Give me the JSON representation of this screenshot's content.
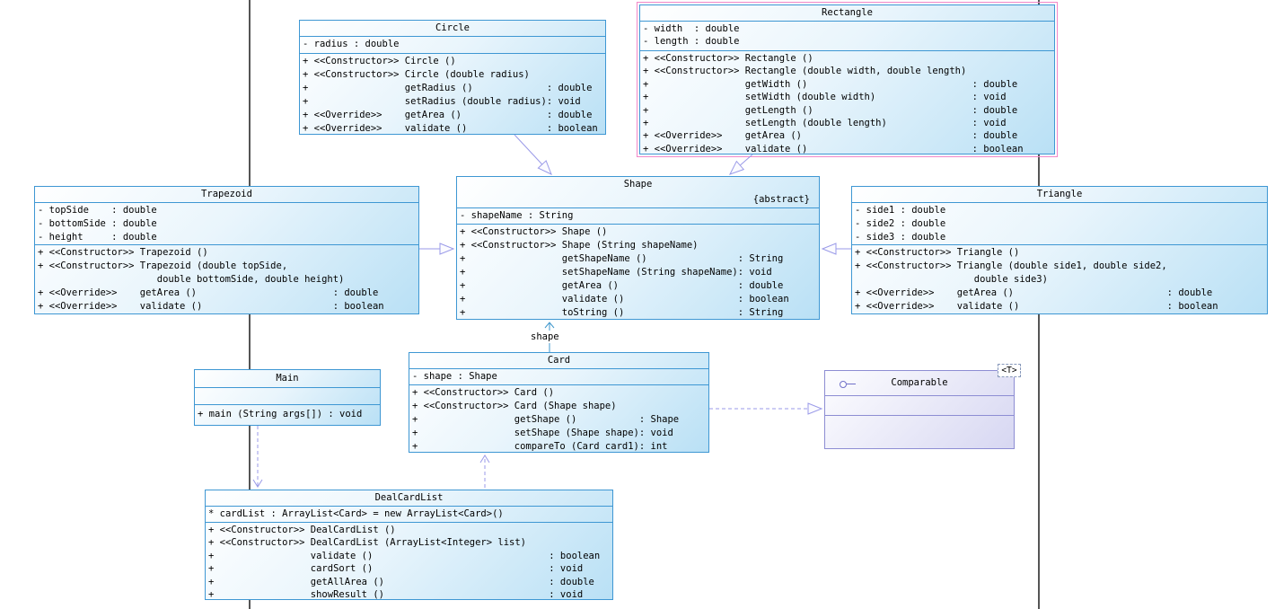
{
  "classes": {
    "circle": {
      "title": "Circle",
      "attributes": [
        "- radius : double"
      ],
      "methods": [
        "+ <<Constructor>> Circle ()",
        "+ <<Constructor>> Circle (double radius)",
        "+                 getRadius ()             : double",
        "+                 setRadius (double radius): void",
        "+ <<Override>>    getArea ()               : double",
        "+ <<Override>>    validate ()              : boolean"
      ]
    },
    "rectangle": {
      "title": "Rectangle",
      "attributes": [
        "- width  : double",
        "- length : double"
      ],
      "methods": [
        "+ <<Constructor>> Rectangle ()",
        "+ <<Constructor>> Rectangle (double width, double length)",
        "+                 getWidth ()                             : double",
        "+                 setWidth (double width)                 : void",
        "+                 getLength ()                            : double",
        "+                 setLength (double length)               : void",
        "+ <<Override>>    getArea ()                              : double",
        "+ <<Override>>    validate ()                             : boolean"
      ]
    },
    "trapezoid": {
      "title": "Trapezoid",
      "attributes": [
        "- topSide    : double",
        "- bottomSide : double",
        "- height     : double"
      ],
      "methods": [
        "+ <<Constructor>> Trapezoid ()",
        "+ <<Constructor>> Trapezoid (double topSide,",
        "                     double bottomSide, double height)",
        "+ <<Override>>    getArea ()                        : double",
        "+ <<Override>>    validate ()                       : boolean"
      ]
    },
    "shape": {
      "title": "Shape",
      "stereotype": "{abstract}",
      "attributes": [
        "- shapeName : String"
      ],
      "methods": [
        "+ <<Constructor>> Shape ()",
        "+ <<Constructor>> Shape (String shapeName)",
        "+                 getShapeName ()                : String",
        "+                 setShapeName (String shapeName): void",
        "+                 getArea ()                     : double",
        "+                 validate ()                    : boolean",
        "+                 toString ()                    : String"
      ]
    },
    "triangle": {
      "title": "Triangle",
      "attributes": [
        "- side1 : double",
        "- side2 : double",
        "- side3 : double"
      ],
      "methods": [
        "+ <<Constructor>> Triangle ()",
        "+ <<Constructor>> Triangle (double side1, double side2,",
        "                     double side3)",
        "+ <<Override>>    getArea ()                           : double",
        "+ <<Override>>    validate ()                          : boolean"
      ]
    },
    "main": {
      "title": "Main",
      "attributes": [],
      "methods": [
        "+ main (String args[]) : void"
      ]
    },
    "card": {
      "title": "Card",
      "attributes": [
        "- shape : Shape"
      ],
      "methods": [
        "+ <<Constructor>> Card ()",
        "+ <<Constructor>> Card (Shape shape)",
        "+                 getShape ()           : Shape",
        "+                 setShape (Shape shape): void",
        "+                 compareTo (Card card1): int"
      ]
    },
    "comparable": {
      "title": "Comparable",
      "generic": "<T>",
      "attributes": [],
      "methods": []
    },
    "dealcardlist": {
      "title": "DealCardList",
      "attributes": [
        "* cardList : ArrayList<Card> = new ArrayList<Card>()"
      ],
      "methods": [
        "+ <<Constructor>> DealCardList ()",
        "+ <<Constructor>> DealCardList (ArrayList<Integer> list)",
        "+                 validate ()                               : boolean",
        "+                 cardSort ()                               : void",
        "+                 getAllArea ()                             : double",
        "+                 showResult ()                             : void"
      ]
    }
  },
  "relations": [
    {
      "from": "Circle",
      "to": "Shape",
      "type": "generalization",
      "label": ""
    },
    {
      "from": "Rectangle",
      "to": "Shape",
      "type": "generalization",
      "label": ""
    },
    {
      "from": "Trapezoid",
      "to": "Shape",
      "type": "generalization",
      "label": ""
    },
    {
      "from": "Triangle",
      "to": "Shape",
      "type": "generalization",
      "label": ""
    },
    {
      "from": "Card",
      "to": "Shape",
      "type": "association",
      "label": "shape"
    },
    {
      "from": "Card",
      "to": "Comparable",
      "type": "realization",
      "label": ""
    },
    {
      "from": "Main",
      "to": "DealCardList",
      "type": "dependency",
      "label": ""
    },
    {
      "from": "DealCardList",
      "to": "Card",
      "type": "dependency",
      "label": ""
    }
  ],
  "colors": {
    "box_border": "#3e97d3",
    "interface_border": "#8d8dd3",
    "relation_color": "#9a9ae8",
    "association_color": "#3f97cc",
    "selection_color": "#f287c8",
    "grid_line_color": "#555555"
  }
}
